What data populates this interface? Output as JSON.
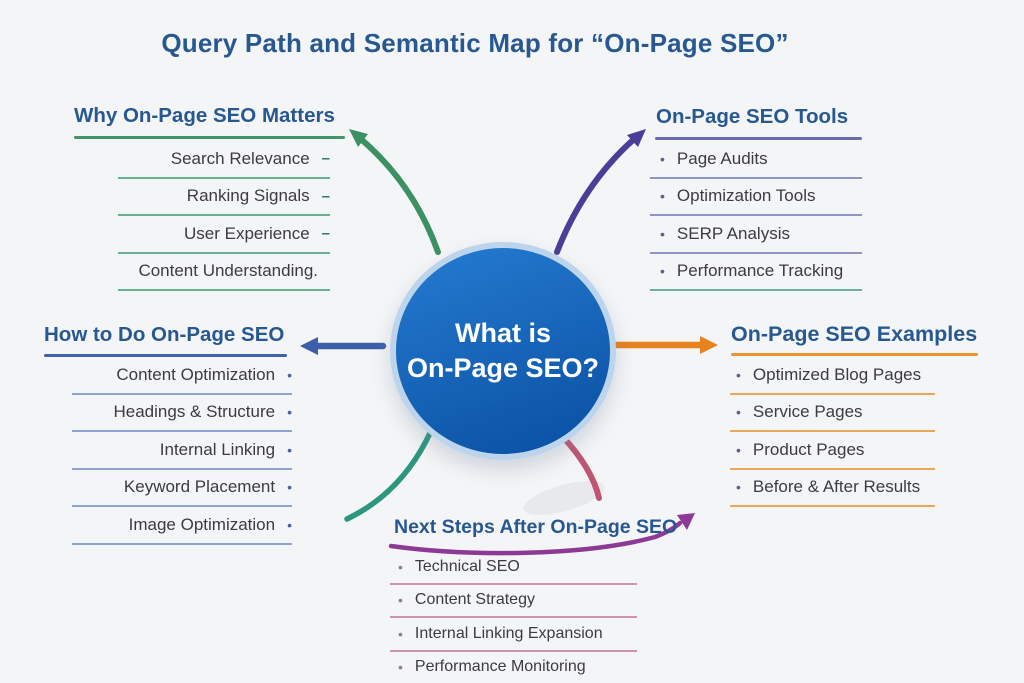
{
  "title": "Query Path and Semantic Map for “On-Page SEO”",
  "center": {
    "line1": "What is",
    "line2": "On-Page SEO?"
  },
  "ui": {
    "bullet_char": "•"
  },
  "branches": {
    "why": {
      "heading": "Why On-Page SEO Matters",
      "items": [
        {
          "label": "Search Relevance",
          "marker": "–"
        },
        {
          "label": "Ranking Signals",
          "marker": "–"
        },
        {
          "label": "User Experience",
          "marker": "–"
        },
        {
          "label": "Content Understanding.",
          "marker": ""
        }
      ]
    },
    "tools": {
      "heading": "On-Page SEO Tools",
      "items": [
        {
          "label": "Page Audits"
        },
        {
          "label": "Optimization Tools"
        },
        {
          "label": "SERP Analysis"
        },
        {
          "label": "Performance Tracking",
          "cls": "u-green"
        }
      ]
    },
    "how": {
      "heading": "How to Do On-Page SEO",
      "items": [
        {
          "label": "Content Optimization"
        },
        {
          "label": "Headings & Structure"
        },
        {
          "label": "Internal Linking"
        },
        {
          "label": "Keyword Placement"
        },
        {
          "label": "Image Optimization"
        }
      ]
    },
    "examples": {
      "heading": "On-Page SEO Examples",
      "items": [
        {
          "label": "Optimized Blog Pages"
        },
        {
          "label": "Service Pages"
        },
        {
          "label": "Product Pages"
        },
        {
          "label": "Before & After Results"
        }
      ]
    },
    "next": {
      "heading": "Next Steps After On-Page SEO",
      "items": [
        {
          "label": "Technical SEO"
        },
        {
          "label": "Content Strategy"
        },
        {
          "label": "Internal Linking Expansion"
        },
        {
          "label": "Performance Monitoring"
        }
      ]
    }
  },
  "colors": {
    "background": "#f4f5f7",
    "heading_blue": "#27588f",
    "item_text": "#3c3c3e",
    "green": "#3b9164",
    "purple": "#4a3e99",
    "blue": "#3d5fa9",
    "orange": "#e8821f",
    "pink": "#bf5573",
    "magenta": "#8d3a96",
    "teal": "#2d967e",
    "circle_fill_top": "#2277cc",
    "circle_fill_bottom": "#0d55a8",
    "circle_ring": "#bcd4ec"
  }
}
